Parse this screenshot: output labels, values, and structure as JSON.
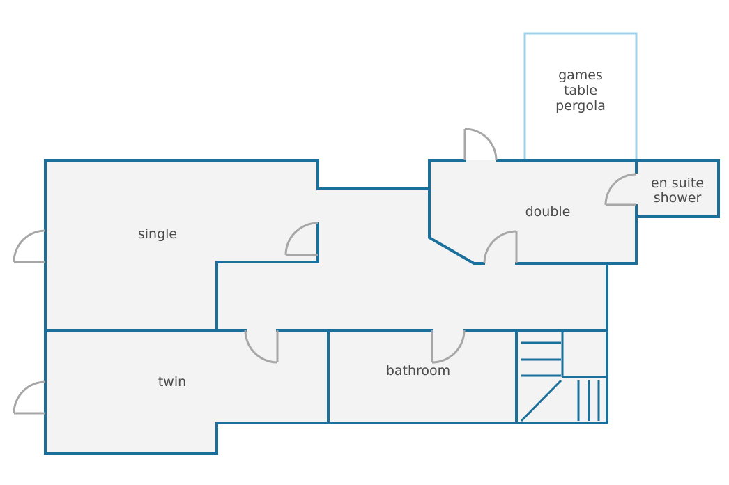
{
  "colors": {
    "wall": "#1a6f9b",
    "outdoor": "#9ed0ea",
    "floor": "#f3f3f3",
    "door": "#a7a7a7",
    "text": "#4a4a4a",
    "background": "#ffffff"
  },
  "rooms": {
    "single": "single",
    "twin": "twin",
    "bathroom": "bathroom",
    "double": "double",
    "en_suite": [
      "en suite",
      "shower"
    ],
    "pergola": [
      "games",
      "table",
      "pergola"
    ]
  }
}
